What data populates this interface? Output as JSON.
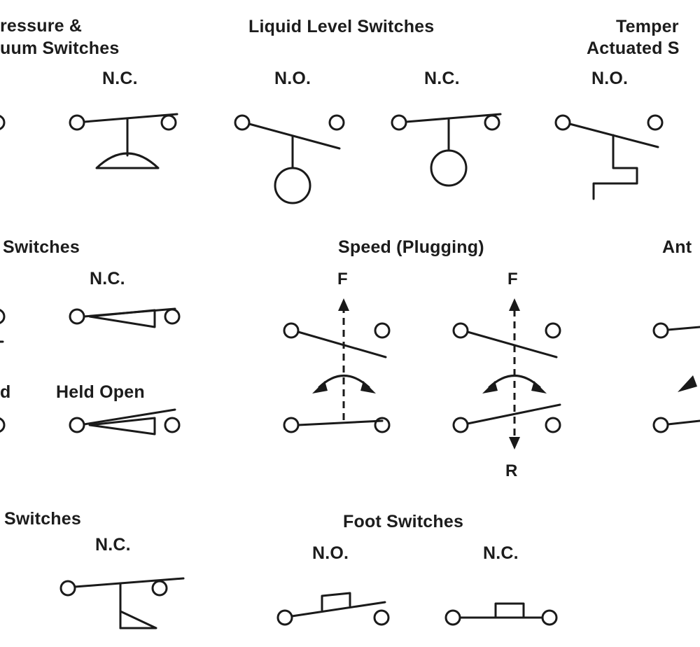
{
  "sections": {
    "pressure": {
      "title_line1": "ressure &",
      "title_line2": "uum Switches",
      "nc_label": "N.C."
    },
    "liquid": {
      "title": "Liquid Level Switches",
      "no_label": "N.O.",
      "nc_label": "N.C."
    },
    "temperature": {
      "title_line1": "Temper",
      "title_line2": "Actuated S",
      "no_label": "N.O."
    },
    "left_middle": {
      "title": "Switches",
      "nc_label": "N.C.",
      "held_closed_fragment": "d",
      "held_open_label": "Held Open"
    },
    "speed": {
      "title": "Speed (Plugging)",
      "f_label_1": "F",
      "f_label_2": "F",
      "r_label": "R"
    },
    "anti": {
      "title_fragment": "Ant"
    },
    "left_bottom": {
      "title": "Switches",
      "nc_label": "N.C."
    },
    "foot": {
      "title": "Foot Switches",
      "no_label": "N.O.",
      "nc_label": "N.C."
    }
  }
}
